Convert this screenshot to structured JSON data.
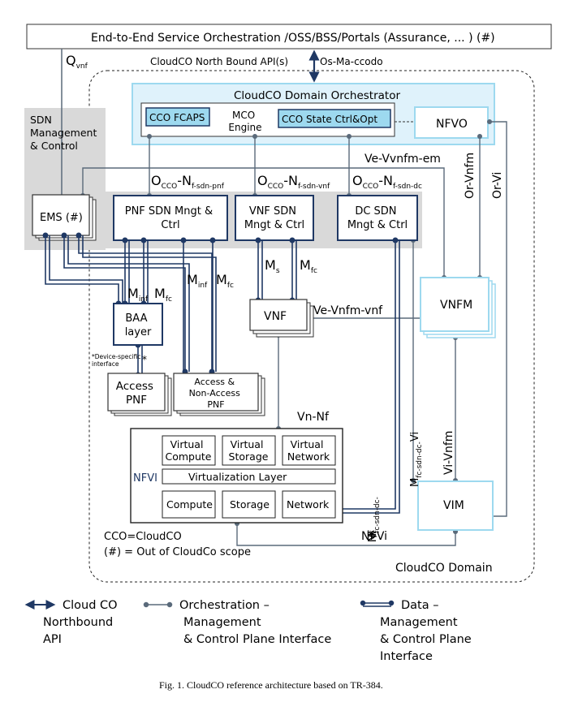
{
  "top_bar": "End-to-End Service Orchestration /OSS/BSS/Portals (Assurance, ... ) (#)",
  "q_label": "Q",
  "q_sub": "vnf",
  "northbound_api": "CloudCO North Bound API(s)",
  "os_ma": "Os-Ma-ccodo",
  "sdn_mgmt": [
    "SDN",
    "Management",
    "& Control"
  ],
  "orchestrator": {
    "title": "CloudCO Domain Orchestrator",
    "fcaps": "CCO FCAPS",
    "mco": [
      "MCO",
      "Engine"
    ],
    "state": "CCO State Ctrl&Opt",
    "nfvo": "NFVO"
  },
  "interfaces": {
    "ve_vvnfm_em": "Ve-Vvnfm-em",
    "or_vnfm": "Or-Vnfm",
    "or_vi": "Or-Vi",
    "occo": "O",
    "cco_sub": "CCO",
    "n": "-N",
    "f_sdn_pnf": "f-sdn-pnf",
    "f_sdn_vnf": "f-sdn-vnf",
    "f_sdn_dc": "f-sdn-dc",
    "m": "M",
    "inf": "inf",
    "fc": "fc",
    "s": "s",
    "ve_vnfm_vnf": "Ve-Vnfm-vnf",
    "vn_nf": "Vn-Nf",
    "mfc_sdn_dc_nf": [
      "M",
      "fc-sdn-dc-",
      "Nf"
    ],
    "mfc_sdn_dc_vi": [
      "M",
      "fc-sdn-",
      "dc-",
      "Vi"
    ],
    "vi_vnfm": "Vi-Vnfm",
    "nf_vi": "Nf-Vi"
  },
  "boxes": {
    "ems": "EMS  (#)",
    "pnf_sdn": [
      "PNF SDN Mngt &",
      "Ctrl"
    ],
    "vnf_sdn": [
      "VNF SDN",
      "Mngt & Ctrl"
    ],
    "dc_sdn": [
      "DC SDN",
      "Mngt & Ctrl"
    ],
    "baa": [
      "BAA",
      "layer"
    ],
    "device_specific": [
      "*Device-specific",
      "interface"
    ],
    "star": "*",
    "access_pnf": [
      "Access",
      "PNF"
    ],
    "access_non": [
      "Access &",
      "Non-Access",
      "PNF"
    ],
    "vnf": "VNF",
    "vnfm": "VNFM",
    "vim": "VIM"
  },
  "nfvi": {
    "label": "NFVI",
    "virtual_compute": [
      "Virtual",
      "Compute"
    ],
    "virtual_storage": [
      "Virtual",
      "Storage"
    ],
    "virtual_network": [
      "Virtual",
      "Network"
    ],
    "virt_layer": "Virtualization Layer",
    "compute": "Compute",
    "storage": "Storage",
    "network": "Network"
  },
  "notes": [
    "CCO=CloudCO",
    "(#) = Out of CloudCo scope"
  ],
  "domain": "CloudCO Domain",
  "legend": {
    "cloud_api": [
      "Cloud CO",
      "Northbound",
      "API"
    ],
    "orch": [
      "Orchestration –",
      "Management",
      "& Control Plane Interface"
    ],
    "data": [
      "Data –",
      "Management",
      "& Control Plane",
      "Interface"
    ]
  },
  "caption": "Fig. 1. CloudCO reference architecture based on TR-384.",
  "colors": {
    "dark": "#1f3864",
    "link": "#5a6a7a",
    "light_box": "#9dd9ef",
    "orchestrator_fill": "#dff2fb",
    "gray_band": "#d9d9d9"
  }
}
